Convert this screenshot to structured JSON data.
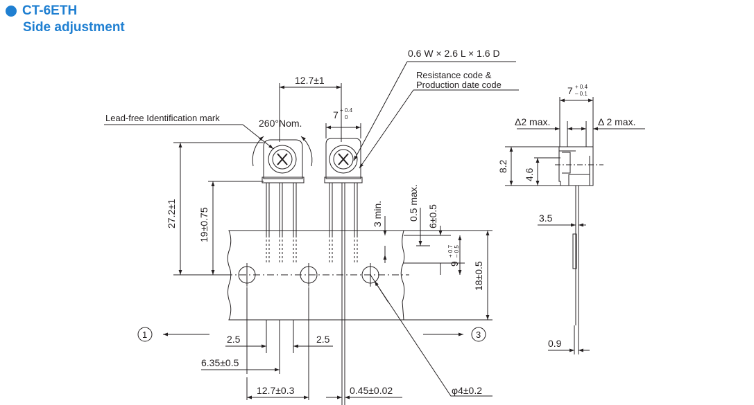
{
  "header": {
    "title": "CT-6ETH",
    "subtitle": "Side adjustment",
    "accent_color": "#1f7fd1"
  },
  "labels": {
    "package_dims": "0.6 W × 2.6 L × 1.6 D",
    "resistance_code_1": "Resistance code &",
    "resistance_code_2": "Production date code",
    "lead_free": "Lead-free Identification mark",
    "rotation": "260°Nom.",
    "pitch_top": "12.7±1",
    "width_seven": "7",
    "tol_plus_04": "+ 0.4",
    "tol_zero": "0",
    "tol_minus_01": "– 0.1",
    "height_total": "27.2±1",
    "height_lead": "19±0.75",
    "min3": "3 min.",
    "max05": "0.5 max.",
    "six": "6±0.5",
    "nine": "9",
    "tol_plus_07": "+ 0.7",
    "tol_minus_05": "– 0.5",
    "eighteen": "18±0.5",
    "one": "1",
    "three": "3",
    "dim25_left": "2.5",
    "dim25_right": "2.5",
    "dim635": "6.35±0.5",
    "dim127": "12.7±0.3",
    "dim045": "0.45±0.02",
    "dimphi": "φ4±0.2",
    "delta_left": "Δ2 max.",
    "delta_right": "Δ 2 max.",
    "side_82": "8.2",
    "side_46": "4.6",
    "side_35": "3.5",
    "side_09": "0.9"
  }
}
